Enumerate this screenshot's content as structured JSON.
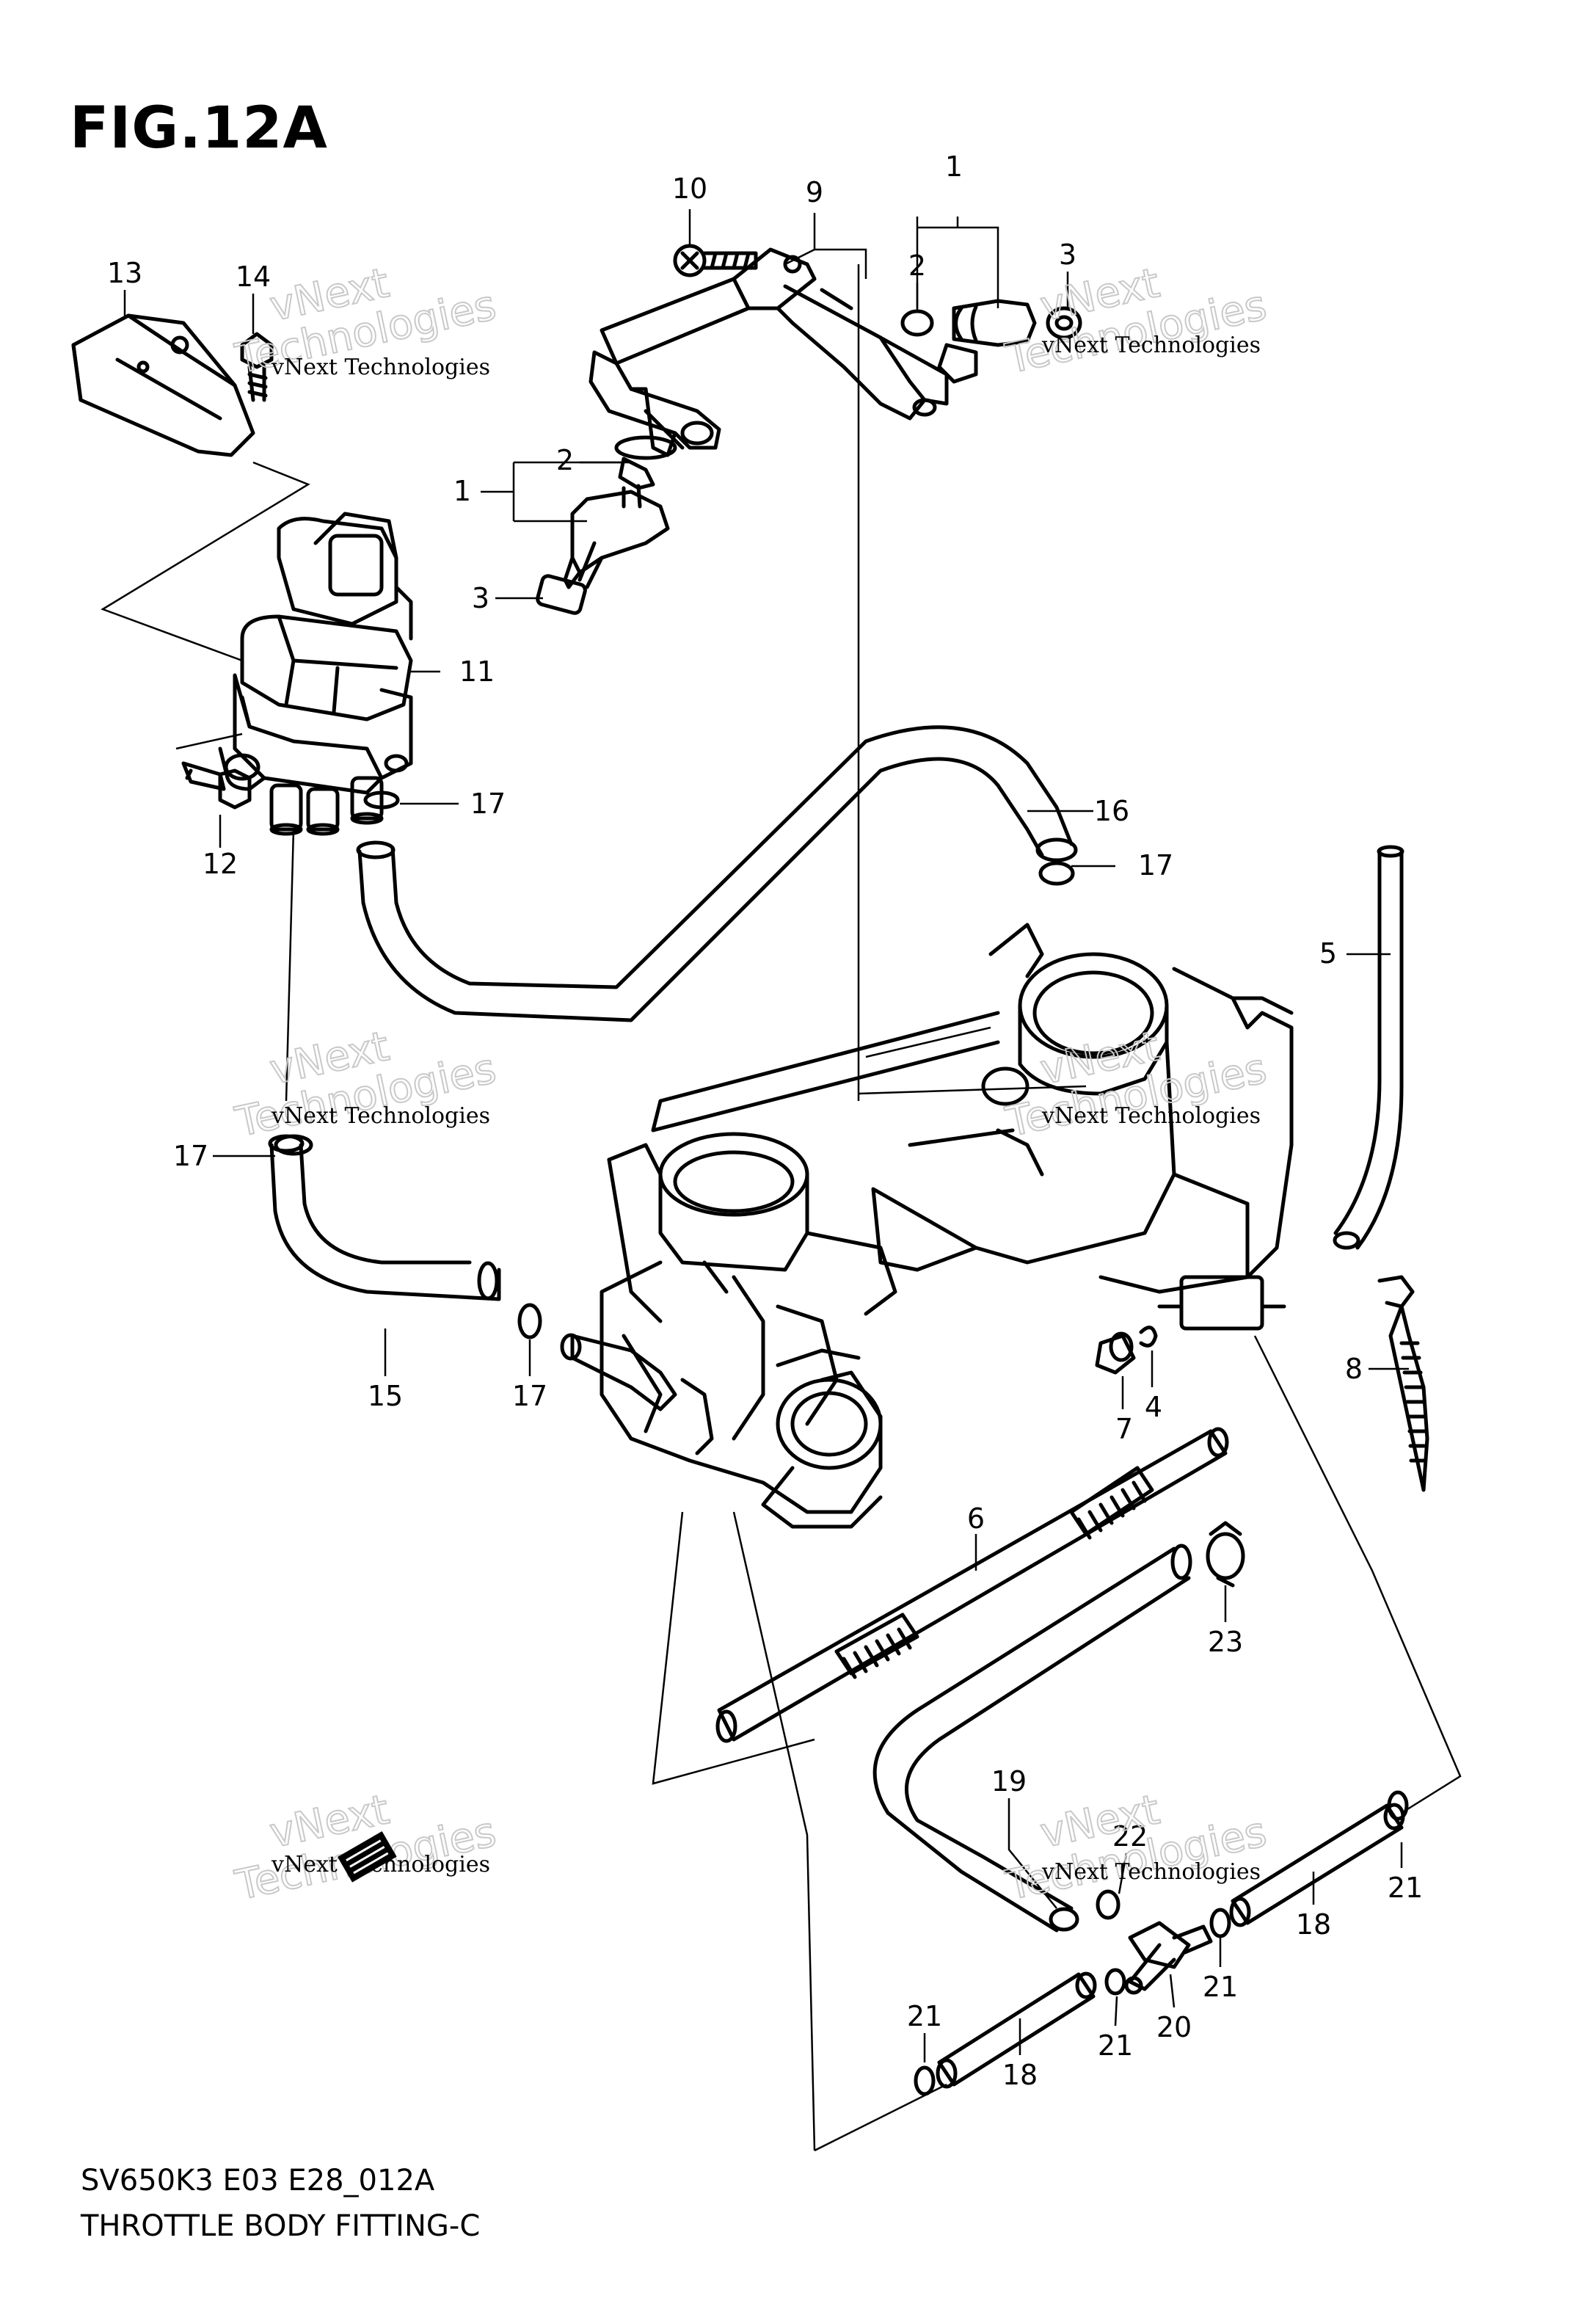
{
  "figure_title": "FIG.12A",
  "footer": {
    "model_code": "SV650K3 E03 E28_012A",
    "diagram_name": "THROTTLE BODY FITTING-C"
  },
  "watermark": {
    "line1": "vNext Technologies",
    "big_a": "vNext",
    "big_b": "Technologies"
  },
  "callouts": [
    "1",
    "2",
    "3",
    "4",
    "5",
    "6",
    "7",
    "8",
    "9",
    "10",
    "11",
    "12",
    "13",
    "14",
    "15",
    "16",
    "17",
    "18",
    "19",
    "20",
    "21",
    "22",
    "23"
  ],
  "labels": {
    "l1a": "1",
    "l1b": "1",
    "l2a": "2",
    "l2b": "2",
    "l3a": "3",
    "l3b": "3",
    "l4": "4",
    "l5": "5",
    "l6": "6",
    "l7": "7",
    "l8": "8",
    "l9": "9",
    "l10": "10",
    "l11": "11",
    "l12": "12",
    "l13": "13",
    "l14": "14",
    "l15": "15",
    "l16": "16",
    "l17a": "17",
    "l17b": "17",
    "l17c": "17",
    "l17d": "17",
    "l18a": "18",
    "l18b": "18",
    "l19": "19",
    "l20": "20",
    "l21a": "21",
    "l21b": "21",
    "l21c": "21",
    "l21d": "21",
    "l22": "22",
    "l23": "23"
  }
}
